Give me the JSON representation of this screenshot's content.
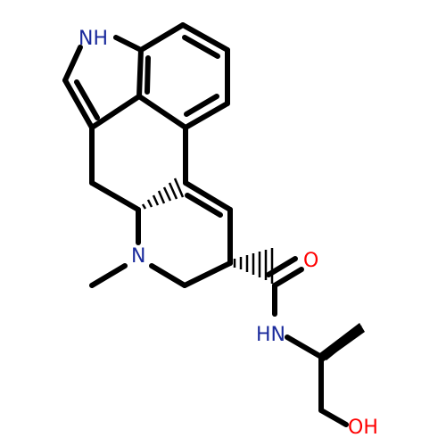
{
  "atom_labels": {
    "indole_nh": "NH",
    "ring_n": "N",
    "amide_o": "O",
    "amide_nh": "HN",
    "hydroxyl": "OH"
  },
  "colors": {
    "bond": "#000000",
    "nitrogen": "#1a2a9c",
    "oxygen": "#ff0000",
    "background": "#ffffff"
  }
}
